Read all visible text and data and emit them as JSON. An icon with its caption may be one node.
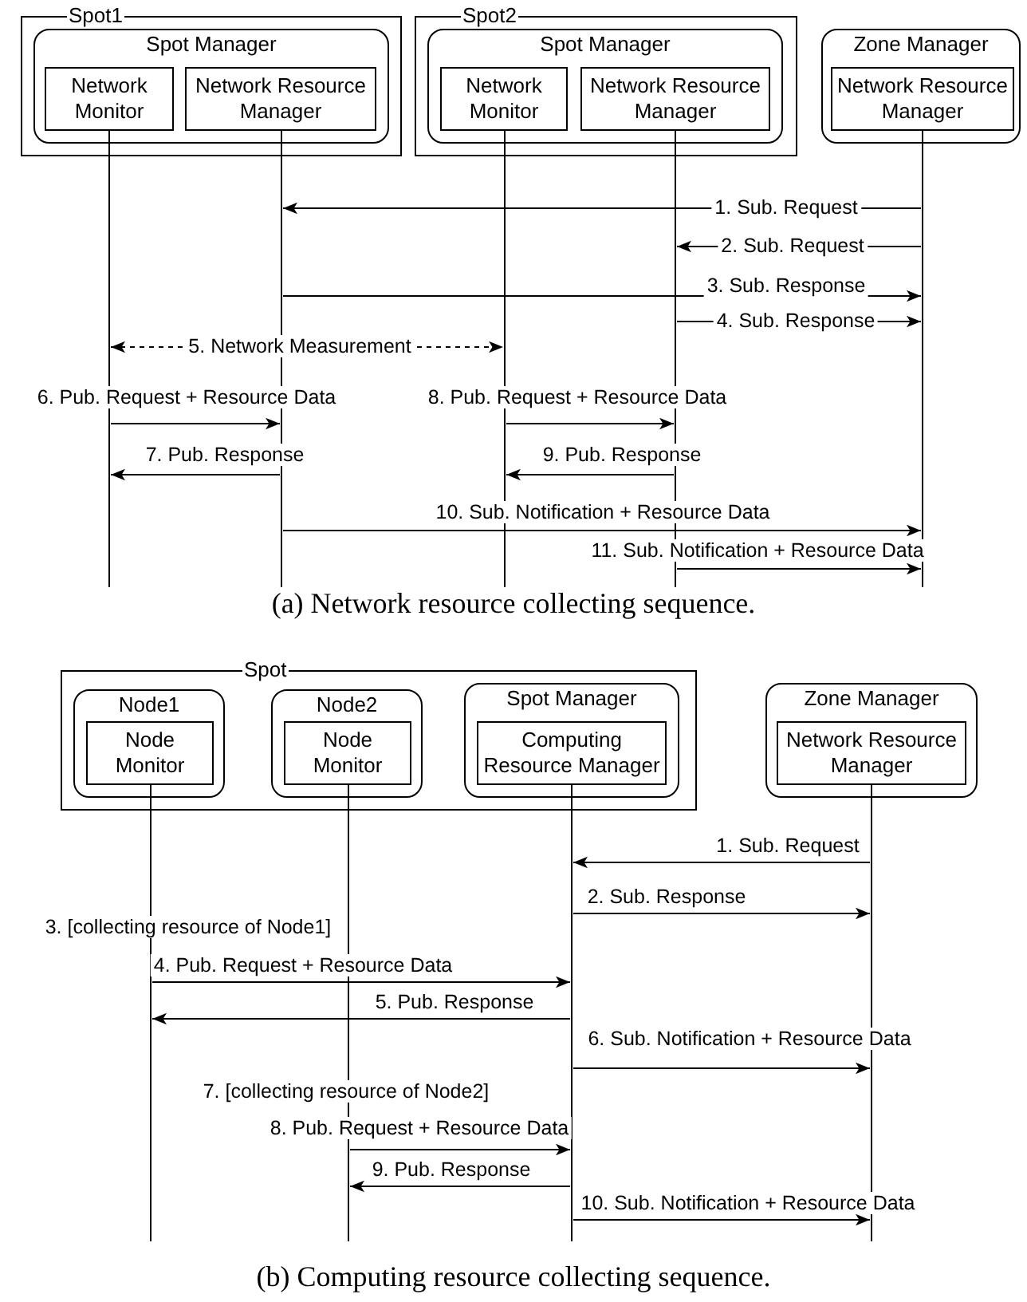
{
  "diagram": {
    "nodes": [
      {
        "text": [
          "Spot1"
        ]
      },
      {
        "text": [
          "Spot Manager"
        ],
        "in": 0
      },
      {
        "text": [
          "Network Monitor"
        ],
        "in": 1
      },
      {
        "text": [
          "Network Resource Manager"
        ],
        "in": 1
      },
      {
        "text": [
          "Spot2"
        ]
      },
      {
        "text": [
          "Spot Manager"
        ],
        "in": 4
      },
      {
        "text": [
          "Network Monitor"
        ],
        "in": 5
      },
      {
        "text": [
          "Network Resource Manager"
        ],
        "in": 5
      },
      {
        "text": [
          "Zone Manager"
        ]
      },
      {
        "text": [
          "Network Resource Manager"
        ],
        "in": 8
      },
      {
        "text": [
          "Spot"
        ]
      },
      {
        "text": [
          "Node1"
        ],
        "in": 10
      },
      {
        "text": [
          "Node Monitor"
        ],
        "in": 11
      },
      {
        "text": [
          "Node2"
        ],
        "in": 10
      },
      {
        "text": [
          "Node Monitor"
        ],
        "in": 13
      },
      {
        "text": [
          "Spot Manager"
        ],
        "in": 10
      },
      {
        "text": [
          "Computing Resource Manager"
        ],
        "in": 15
      },
      {
        "text": [
          "Zone Manager"
        ]
      },
      {
        "text": [
          "Network Resource Manager"
        ],
        "in": 17
      },
      {
        "text": [],
        "shape": "line"
      },
      {
        "text": [],
        "shape": "line"
      },
      {
        "text": [],
        "shape": "line"
      },
      {
        "text": [],
        "shape": "line"
      },
      {
        "text": [],
        "shape": "line"
      },
      {
        "text": [],
        "shape": "line"
      },
      {
        "text": [],
        "shape": "line"
      },
      {
        "text": [],
        "shape": "line"
      },
      {
        "text": [],
        "shape": "line"
      }
    ],
    "edges": [
      {
        "from": 23,
        "to": 20,
        "arrow": "to",
        "label": "1. Sub. Request"
      },
      {
        "from": 23,
        "to": 22,
        "arrow": "to",
        "label": "2. Sub. Request"
      },
      {
        "from": 20,
        "to": 23,
        "arrow": "to",
        "label": "3. Sub. Response"
      },
      {
        "from": 22,
        "to": 23,
        "arrow": "to",
        "label": "4. Sub. Response"
      },
      {
        "from": 19,
        "to": 21,
        "arrow": "both",
        "label": "5. Network Measurement",
        "style": "dashed"
      },
      {
        "from": 19,
        "to": 20,
        "arrow": "to",
        "label": "6. Pub. Request + Resource Data"
      },
      {
        "from": 20,
        "to": 19,
        "arrow": "to",
        "label": "7. Pub. Response"
      },
      {
        "from": 21,
        "to": 22,
        "arrow": "to",
        "label": "8. Pub. Request + Resource Data"
      },
      {
        "from": 22,
        "to": 21,
        "arrow": "to",
        "label": "9. Pub. Response"
      },
      {
        "from": 20,
        "to": 23,
        "arrow": "to",
        "label": "10. Sub. Notification + Resource Data"
      },
      {
        "from": 22,
        "to": 23,
        "arrow": "to",
        "label": "11. Sub. Notification + Resource Data"
      },
      {
        "from": 27,
        "to": 26,
        "arrow": "to",
        "label": "1. Sub. Request"
      },
      {
        "from": 26,
        "to": 27,
        "arrow": "to",
        "label": "2. Sub. Response"
      },
      {
        "from": 24,
        "to": 26,
        "arrow": "to",
        "label": "4. Pub. Request + Resource Data"
      },
      {
        "from": 26,
        "to": 24,
        "arrow": "to",
        "label": "5. Pub. Response"
      },
      {
        "from": 26,
        "to": 27,
        "arrow": "to",
        "label": "6. Sub. Notification + Resource Data"
      },
      {
        "from": 25,
        "to": 26,
        "arrow": "to",
        "label": "8. Pub. Request + Resource Data"
      },
      {
        "from": 26,
        "to": 25,
        "arrow": "to",
        "label": "9. Pub. Response"
      },
      {
        "from": 26,
        "to": 27,
        "arrow": "to",
        "label": "10. Sub. Notification + Resource Data"
      }
    ],
    "labels": [
      "(a) Network resource collecting sequence.",
      "3. [collecting resource of Node1]",
      "7. [collecting resource of Node2]",
      "(b) Computing resource collecting sequence."
    ]
  }
}
